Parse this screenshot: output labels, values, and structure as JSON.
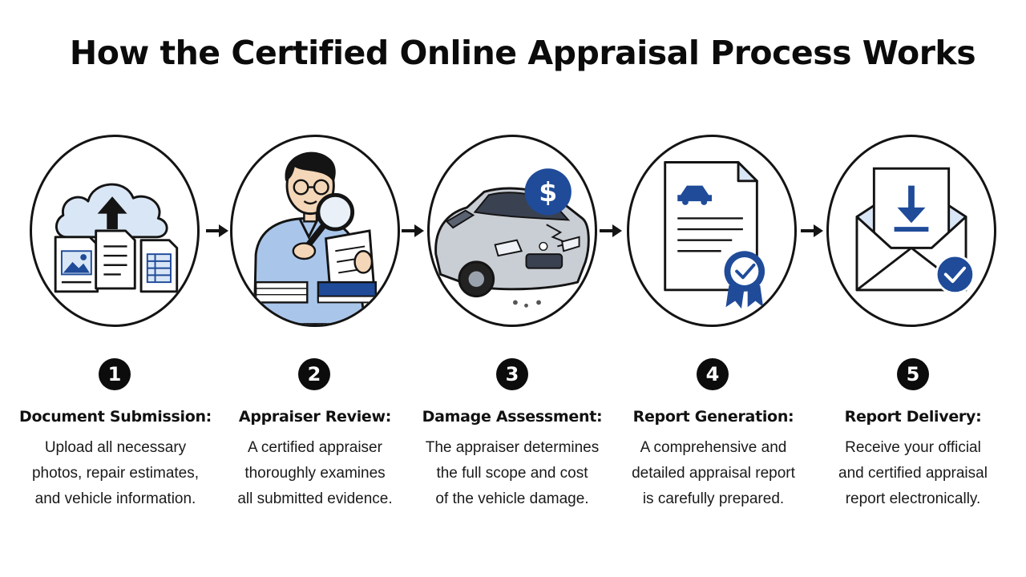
{
  "title": "How the Certified Online Appraisal Process Works",
  "colors": {
    "accent": "#1f4b99",
    "light_blue": "#d9e6f5",
    "ink": "#141414"
  },
  "steps": [
    {
      "number": "1",
      "heading": "Document Submission:",
      "lines": [
        "Upload all necessary",
        "photos, repair estimates,",
        "and vehicle information."
      ],
      "icon": "cloud-upload-documents-icon"
    },
    {
      "number": "2",
      "heading": "Appraiser Review:",
      "lines": [
        "A certified appraiser",
        "thoroughly examines",
        "all submitted evidence."
      ],
      "icon": "appraiser-magnifier-icon"
    },
    {
      "number": "3",
      "heading": "Damage Assessment:",
      "lines": [
        "The appraiser determines",
        "the full scope and cost",
        "of the vehicle damage."
      ],
      "icon": "damaged-car-dollar-icon",
      "symbol": "$"
    },
    {
      "number": "4",
      "heading": "Report Generation:",
      "lines": [
        "A comprehensive and",
        "detailed appraisal report",
        "is carefully prepared."
      ],
      "icon": "certified-report-icon"
    },
    {
      "number": "5",
      "heading": "Report Delivery:",
      "lines": [
        "Receive your official",
        "and certified appraisal",
        "report electronically."
      ],
      "icon": "envelope-download-icon"
    }
  ]
}
